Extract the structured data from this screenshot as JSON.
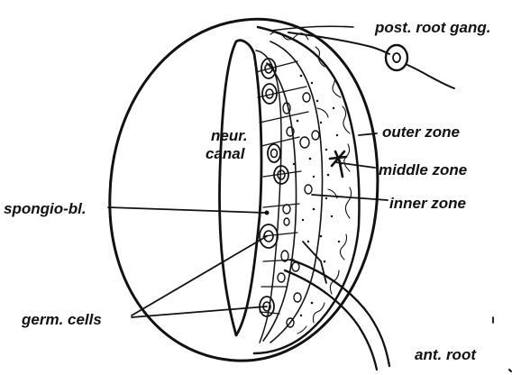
{
  "labels": {
    "post_root_gang": "post. root gang.",
    "neur_canal_line1": "neur.",
    "neur_canal_line2": "canal",
    "outer_zone": "outer zone",
    "middle_zone": "middle zone",
    "inner_zone": "inner zone",
    "spongio_bl": "spongio-bl.",
    "germ_cells": "germ. cells",
    "ant_root": "ant. root"
  },
  "colors": {
    "ink": "#111111",
    "background": "#ffffff"
  }
}
